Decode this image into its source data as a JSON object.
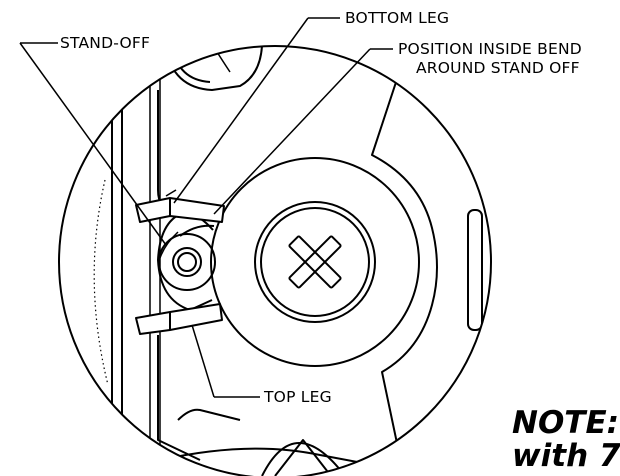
{
  "callouts": {
    "stand_off": "STAND-OFF",
    "bottom_leg": "BOTTOM LEG",
    "position_line1": "POSITION INSIDE BEND",
    "position_line2": "AROUND STAND OFF",
    "top_leg": "TOP LEG"
  },
  "note": {
    "line1": "NOTE:",
    "line2": "with 7"
  },
  "colors": {
    "line": "#000000",
    "background": "#ffffff"
  }
}
